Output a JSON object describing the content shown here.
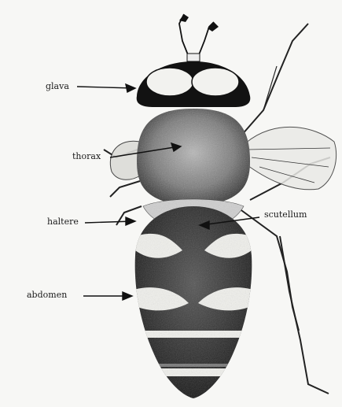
{
  "labels": {
    "glava": "glava",
    "thorax": "thorax",
    "haltere": "haltere",
    "scutellum": "scutellum",
    "abdomen": "abdomen"
  },
  "colors": {
    "ink": "#111111",
    "stipple": "#7a7a7a",
    "paper": "#f7f7f5"
  }
}
